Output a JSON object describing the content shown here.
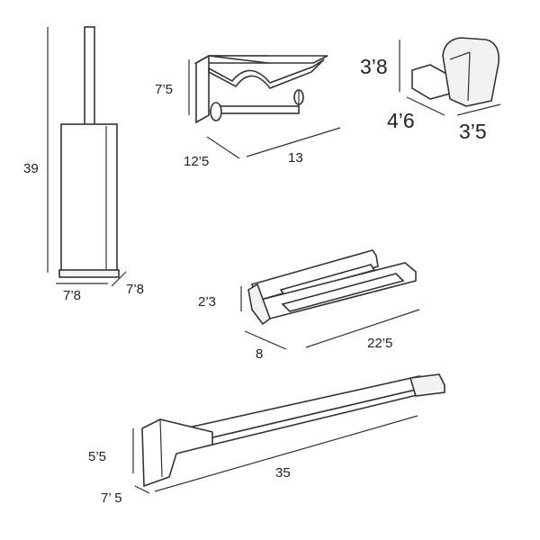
{
  "products": [
    {
      "name": "toilet-brush-holder",
      "dimensions": {
        "height": "39",
        "width": "7’8",
        "depth": "7’8"
      }
    },
    {
      "name": "toilet-roll-holder-with-shelf",
      "dimensions": {
        "height": "7’5",
        "depth": "12’5",
        "width": "13"
      }
    },
    {
      "name": "robe-hook",
      "dimensions": {
        "height": "3’8",
        "depth": "4’6",
        "width": "3’5"
      }
    },
    {
      "name": "double-towel-holder",
      "dimensions": {
        "height": "2’3",
        "depth": "8",
        "width": "22’5"
      }
    },
    {
      "name": "towel-bar",
      "dimensions": {
        "height": "5’5",
        "depth": "7’ 5",
        "width": "35"
      }
    }
  ]
}
